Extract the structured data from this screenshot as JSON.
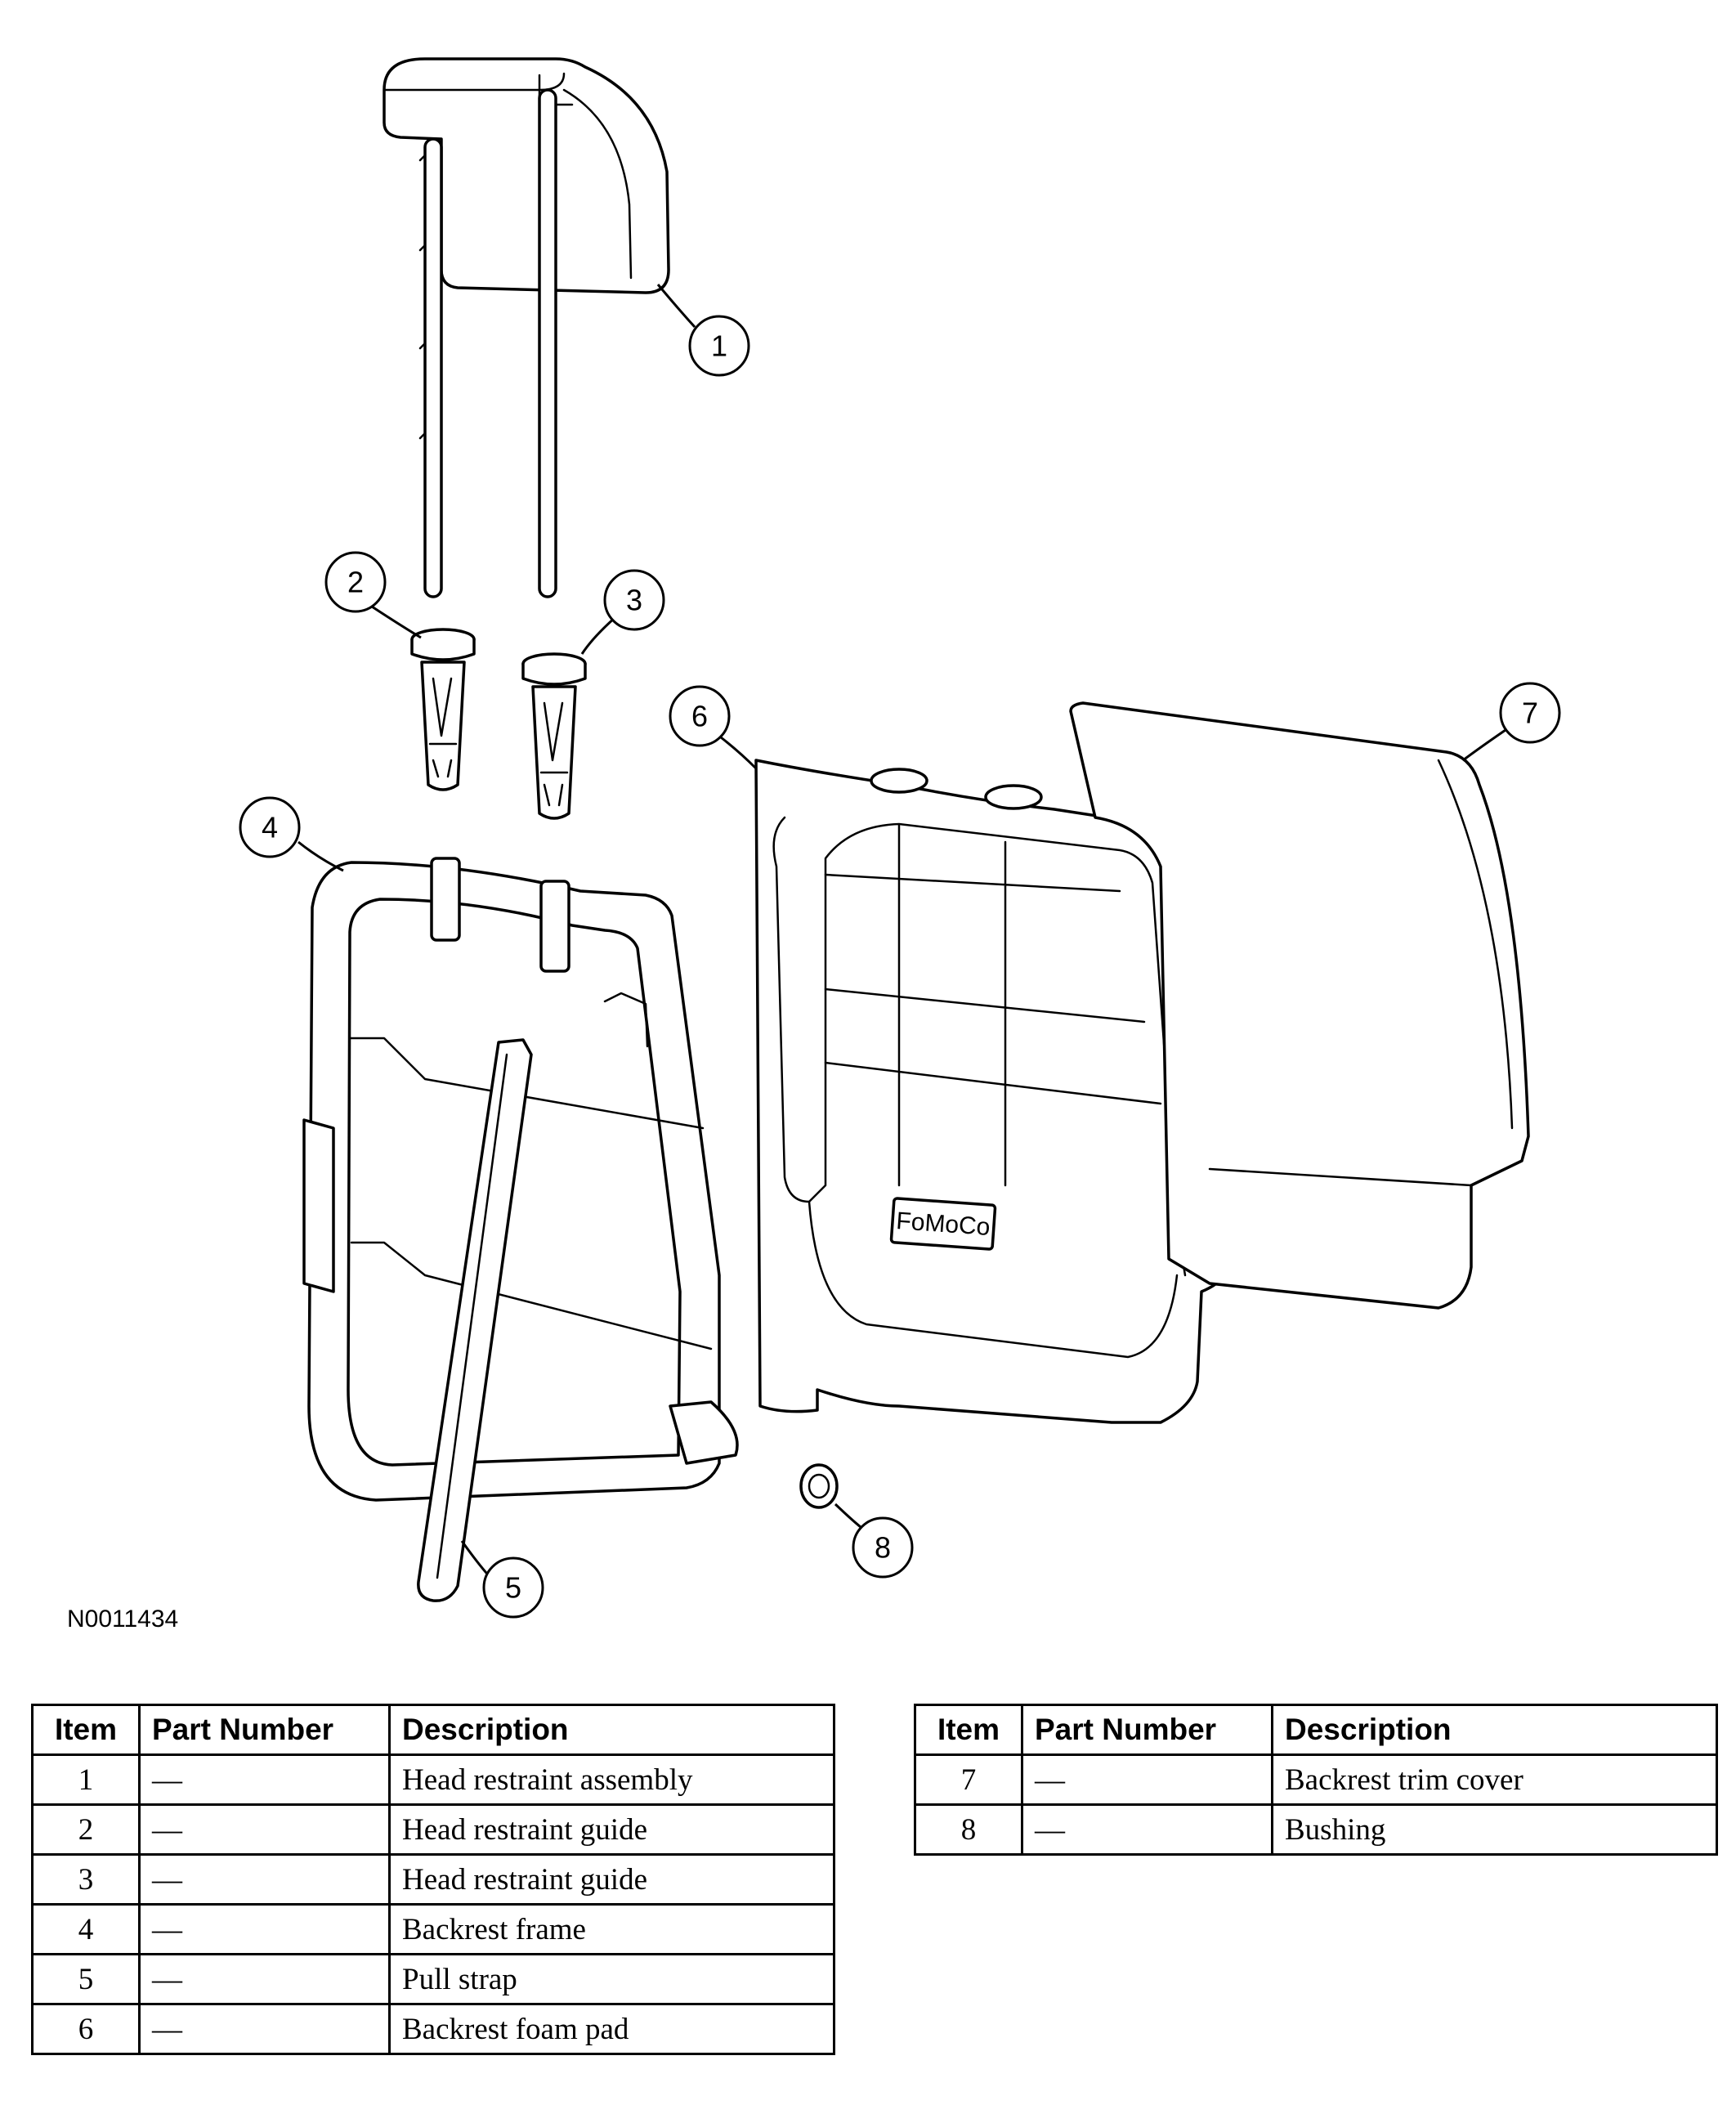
{
  "figure_id": "N0011434",
  "callouts": [
    "1",
    "2",
    "3",
    "4",
    "5",
    "6",
    "7",
    "8"
  ],
  "logo_text": "FoMoCo",
  "tables": {
    "left": {
      "headers": {
        "item": "Item",
        "part_number": "Part Number",
        "description": "Description"
      },
      "rows": [
        {
          "item": "1",
          "part_number": "—",
          "description": "Head restraint assembly"
        },
        {
          "item": "2",
          "part_number": "—",
          "description": "Head restraint guide"
        },
        {
          "item": "3",
          "part_number": "—",
          "description": "Head restraint guide"
        },
        {
          "item": "4",
          "part_number": "—",
          "description": "Backrest frame"
        },
        {
          "item": "5",
          "part_number": "—",
          "description": "Pull strap"
        },
        {
          "item": "6",
          "part_number": "—",
          "description": "Backrest foam pad"
        }
      ]
    },
    "right": {
      "headers": {
        "item": "Item",
        "part_number": "Part Number",
        "description": "Description"
      },
      "rows": [
        {
          "item": "7",
          "part_number": "—",
          "description": "Backrest trim cover"
        },
        {
          "item": "8",
          "part_number": "—",
          "description": "Bushing"
        }
      ]
    }
  }
}
